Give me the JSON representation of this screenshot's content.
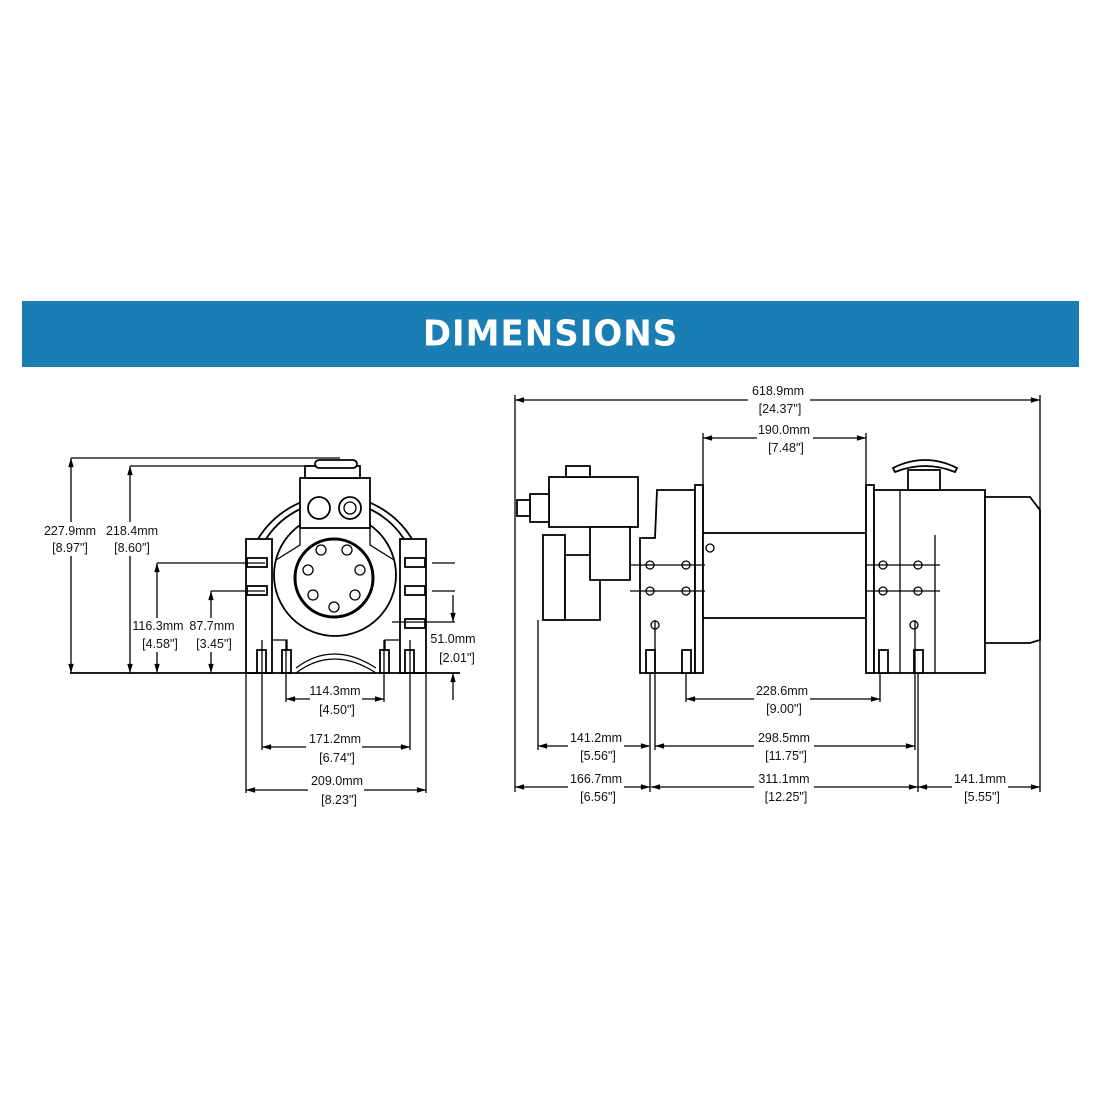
{
  "header": {
    "title": "DIMENSIONS",
    "color": "#1a7db4"
  },
  "front_view": {
    "dims": [
      {
        "mm": "227.9mm",
        "in": "[8.97\"]"
      },
      {
        "mm": "218.4mm",
        "in": "[8.60\"]"
      },
      {
        "mm": "116.3mm",
        "in": "[4.58\"]"
      },
      {
        "mm": "87.7mm",
        "in": "[3.45\"]"
      },
      {
        "mm": "51.0mm",
        "in": "[2.01\"]"
      },
      {
        "mm": "114.3mm",
        "in": "[4.50\"]"
      },
      {
        "mm": "171.2mm",
        "in": "[6.74\"]"
      },
      {
        "mm": "209.0mm",
        "in": "[8.23\"]"
      }
    ]
  },
  "side_view": {
    "dims": [
      {
        "mm": "618.9mm",
        "in": "[24.37\"]"
      },
      {
        "mm": "190.0mm",
        "in": "[7.48\"]"
      },
      {
        "mm": "228.6mm",
        "in": "[9.00\"]"
      },
      {
        "mm": "141.2mm",
        "in": "[5.56\"]"
      },
      {
        "mm": "298.5mm",
        "in": "[11.75\"]"
      },
      {
        "mm": "166.7mm",
        "in": "[6.56\"]"
      },
      {
        "mm": "311.1mm",
        "in": "[12.25\"]"
      },
      {
        "mm": "141.1mm",
        "in": "[5.55\"]"
      }
    ]
  }
}
